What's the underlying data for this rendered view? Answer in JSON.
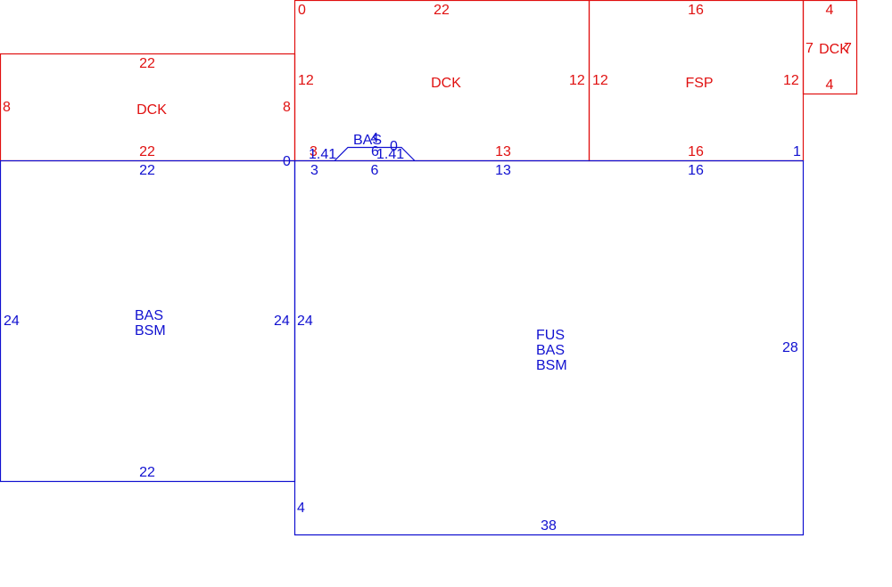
{
  "colors": {
    "upper_floor": "#e01010",
    "main_floor": "#1010d0",
    "background": "#ffffff"
  },
  "areas": {
    "dck_left": {
      "code": "DCK",
      "top": "22",
      "bottom": "22",
      "left": "8",
      "right": "8"
    },
    "dck_center": {
      "code": "DCK",
      "top": "22",
      "left": "12",
      "right": "12",
      "corner": "0",
      "bottom_left": "3",
      "bottom_right": "13"
    },
    "fsp": {
      "code": "FSP",
      "top": "16",
      "bottom": "16",
      "left": "12",
      "right": "12",
      "corner": "1"
    },
    "dck_small": {
      "code": "DCK",
      "top": "4",
      "bottom": "4",
      "left": "7",
      "right": "7"
    },
    "bas_notch": {
      "code": "BAS",
      "top": "4",
      "left_inner": "6",
      "right_inner": "0",
      "slope_left": "1.41",
      "slope_right": "1.41"
    },
    "bas_left": {
      "codes": [
        "BAS",
        "BSM"
      ],
      "top": "22",
      "bottom": "22",
      "left": "24",
      "right": "24"
    },
    "fus": {
      "codes": [
        "FUS",
        "BAS",
        "BSM"
      ],
      "left": "24",
      "right": "28",
      "bottom": "38",
      "step": "4",
      "origin": "0",
      "top_segment_a": "3",
      "top_segment_b": "6",
      "top_segment_c": "13",
      "top_segment_d": "16"
    }
  }
}
